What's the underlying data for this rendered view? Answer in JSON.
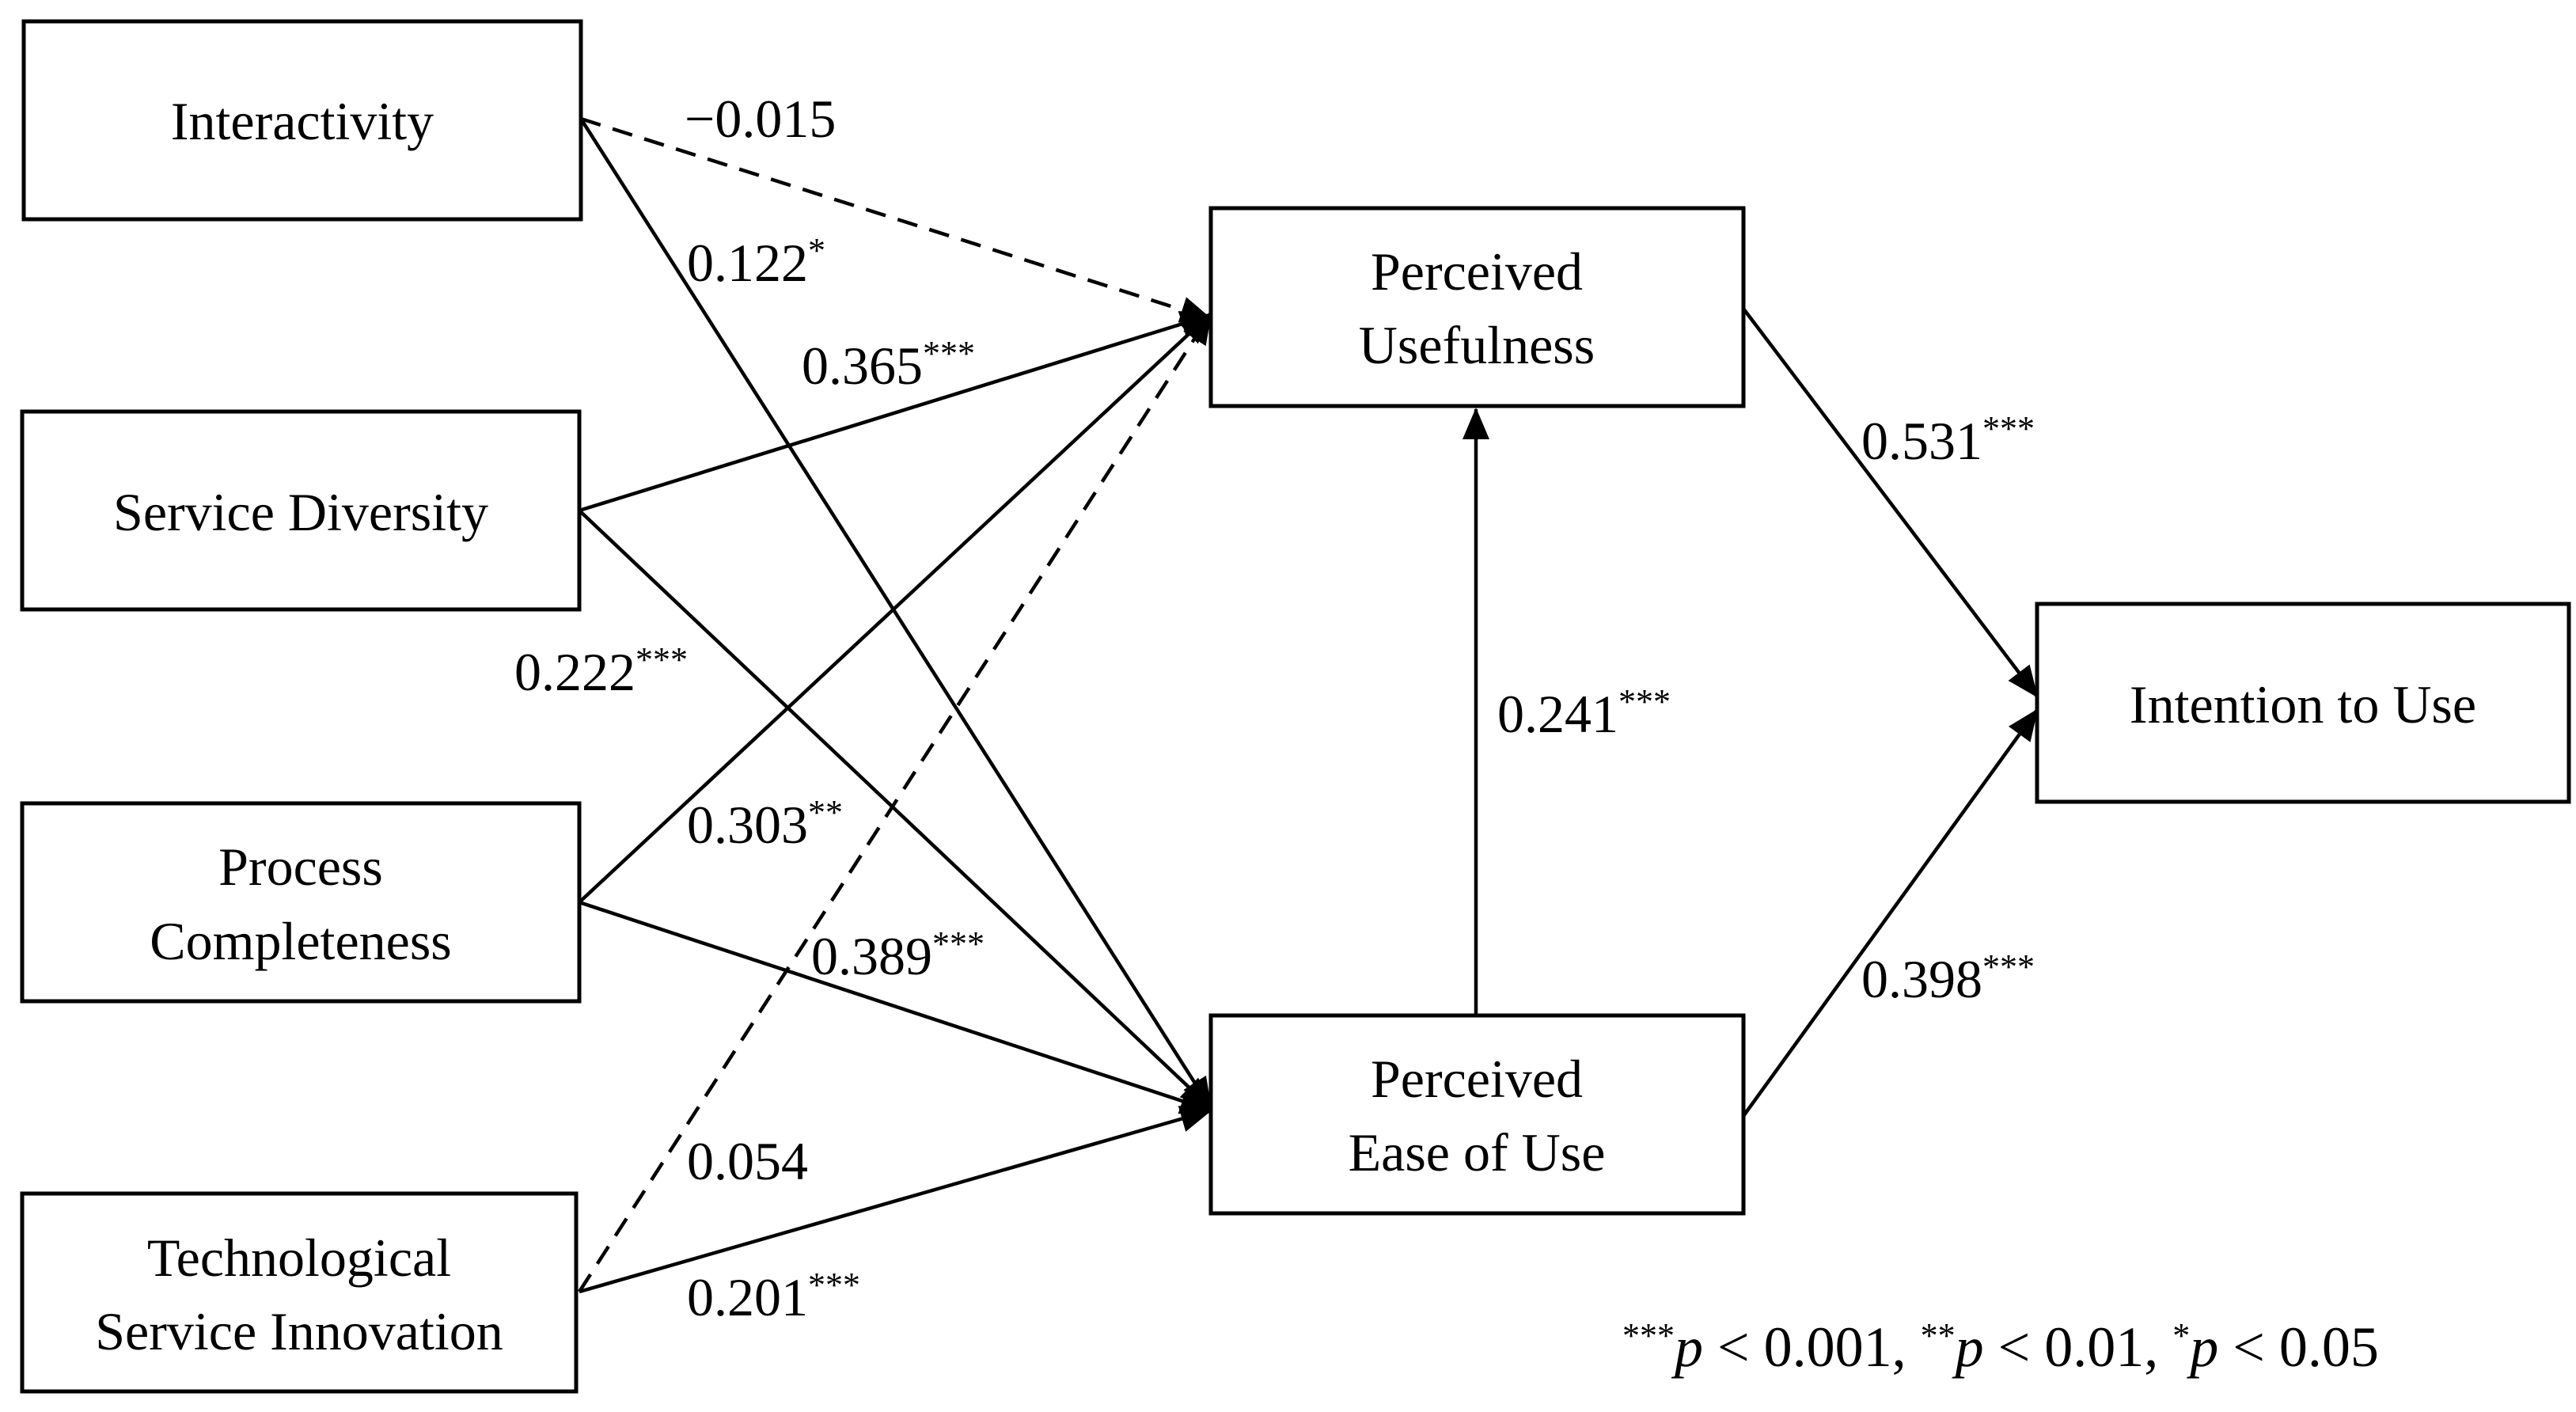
{
  "nodes": {
    "interactivity": {
      "lines": [
        "Interactivity"
      ]
    },
    "service_diversity": {
      "lines": [
        "Service Diversity"
      ]
    },
    "process_completeness": {
      "lines": [
        "Process",
        "Completeness"
      ]
    },
    "technological_service_innovation": {
      "lines": [
        "Technological",
        "Service Innovation"
      ]
    },
    "perceived_usefulness": {
      "lines": [
        "Perceived",
        "Usefulness"
      ]
    },
    "perceived_ease_of_use": {
      "lines": [
        "Perceived",
        "Ease of Use"
      ]
    },
    "intention_to_use": {
      "lines": [
        "Intention to Use"
      ]
    }
  },
  "edges": {
    "int_pu": {
      "from": "Interactivity",
      "to": "Perceived Usefulness",
      "coef": "−0.015",
      "sig": "",
      "style": "dashed"
    },
    "int_peou": {
      "from": "Interactivity",
      "to": "Perceived Ease of Use",
      "coef": "0.122",
      "sig": "*",
      "style": "solid"
    },
    "sd_pu": {
      "from": "Service Diversity",
      "to": "Perceived Usefulness",
      "coef": "0.365",
      "sig": "***",
      "style": "solid"
    },
    "sd_peou": {
      "from": "Service Diversity",
      "to": "Perceived Ease of Use",
      "coef": "0.222",
      "sig": "***",
      "style": "solid"
    },
    "pc_pu": {
      "from": "Process Completeness",
      "to": "Perceived Usefulness",
      "coef": "0.303",
      "sig": "**",
      "style": "solid"
    },
    "pc_peou": {
      "from": "Process Completeness",
      "to": "Perceived Ease of Use",
      "coef": "0.389",
      "sig": "***",
      "style": "solid"
    },
    "tsi_pu": {
      "from": "Technological Service Innovation",
      "to": "Perceived Usefulness",
      "coef": "0.054",
      "sig": "",
      "style": "dashed"
    },
    "tsi_peou": {
      "from": "Technological Service Innovation",
      "to": "Perceived Ease of Use",
      "coef": "0.201",
      "sig": "***",
      "style": "solid"
    },
    "peou_pu": {
      "from": "Perceived Ease of Use",
      "to": "Perceived Usefulness",
      "coef": "0.241",
      "sig": "***",
      "style": "solid"
    },
    "pu_itu": {
      "from": "Perceived Usefulness",
      "to": "Intention to Use",
      "coef": "0.531",
      "sig": "***",
      "style": "solid"
    },
    "peou_itu": {
      "from": "Perceived Ease of Use",
      "to": "Intention to Use",
      "coef": "0.398",
      "sig": "***",
      "style": "solid"
    }
  },
  "legend": {
    "items": [
      {
        "stars": "***",
        "p": "p",
        "rest": " < 0.001, "
      },
      {
        "stars": "**",
        "p": "p",
        "rest": " < 0.01, "
      },
      {
        "stars": "*",
        "p": "p",
        "rest": " < 0.05"
      }
    ]
  }
}
